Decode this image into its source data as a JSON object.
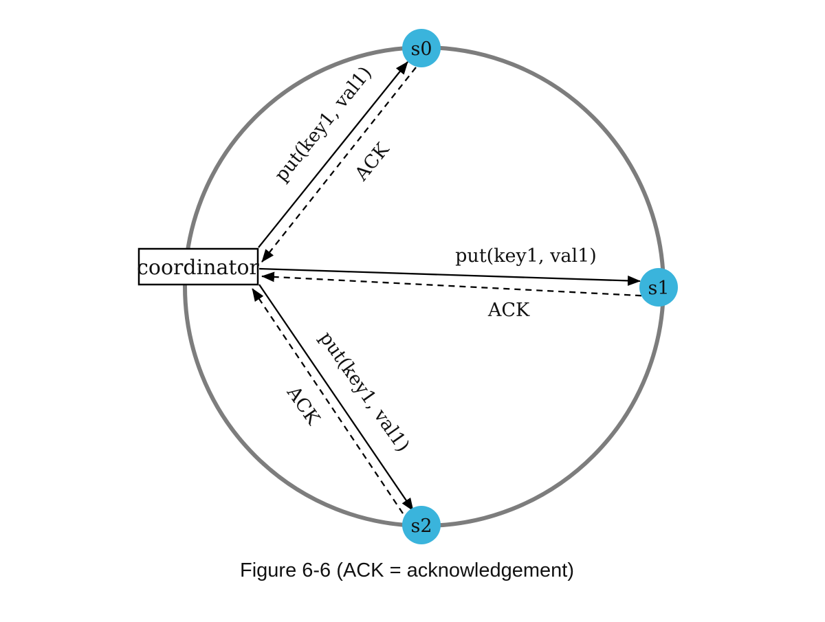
{
  "diagram": {
    "caption": "Figure 6-6 (ACK = acknowledgement)",
    "coordinator": {
      "label": "coordinator"
    },
    "nodes": [
      {
        "id": "s0",
        "label": "s0"
      },
      {
        "id": "s1",
        "label": "s1"
      },
      {
        "id": "s2",
        "label": "s2"
      }
    ],
    "edges": [
      {
        "from": "coordinator",
        "to": "s0",
        "request": "put(key1, val1)",
        "response": "ACK"
      },
      {
        "from": "coordinator",
        "to": "s1",
        "request": "put(key1, val1)",
        "response": "ACK"
      },
      {
        "from": "coordinator",
        "to": "s2",
        "request": "put(key1, val1)",
        "response": "ACK"
      }
    ],
    "colors": {
      "node_fill": "#3ab4dc",
      "ring_stroke": "#7d7d7d",
      "arrow": "#000000",
      "background": "#ffffff"
    }
  }
}
